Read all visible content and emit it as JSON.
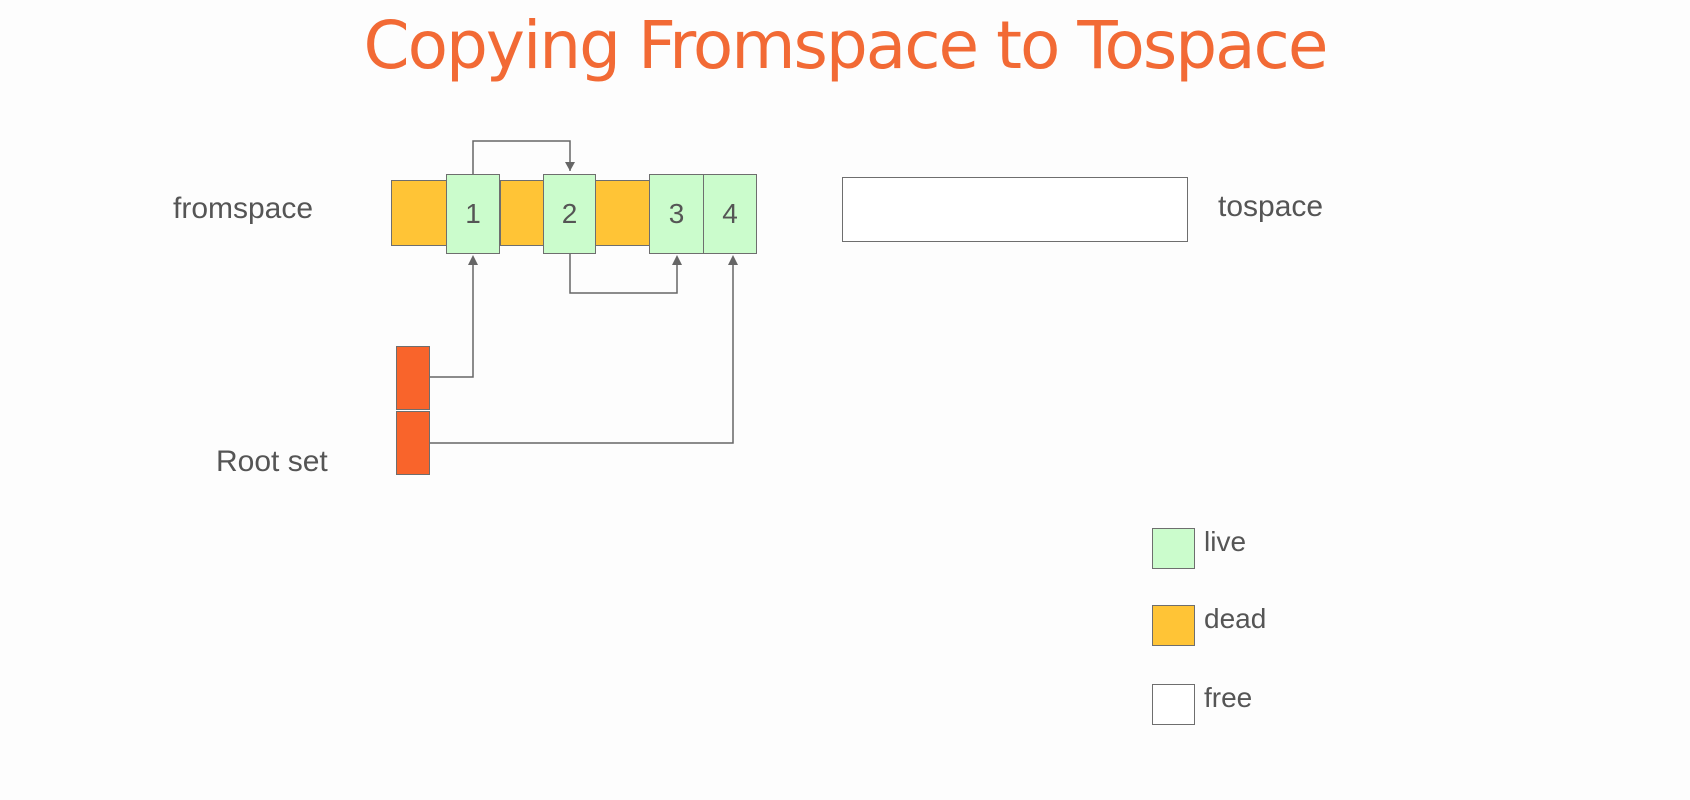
{
  "title": "Copying Fromspace to Tospace",
  "fromspace": {
    "label": "fromspace",
    "objects": [
      {
        "id": "1",
        "state": "live"
      },
      {
        "id": "2",
        "state": "live"
      },
      {
        "id": "3",
        "state": "live"
      },
      {
        "id": "4",
        "state": "live"
      }
    ]
  },
  "tospace": {
    "label": "tospace"
  },
  "root_set": {
    "label": "Root set"
  },
  "legend": [
    {
      "label": "live",
      "color": "#cbfccc"
    },
    {
      "label": "dead",
      "color": "#ffc436"
    },
    {
      "label": "free",
      "color": "#ffffff"
    }
  ],
  "colors": {
    "title": "#f26a35",
    "live": "#cbfccc",
    "dead": "#ffc436",
    "root": "#f9642b",
    "arrow": "#666666"
  }
}
